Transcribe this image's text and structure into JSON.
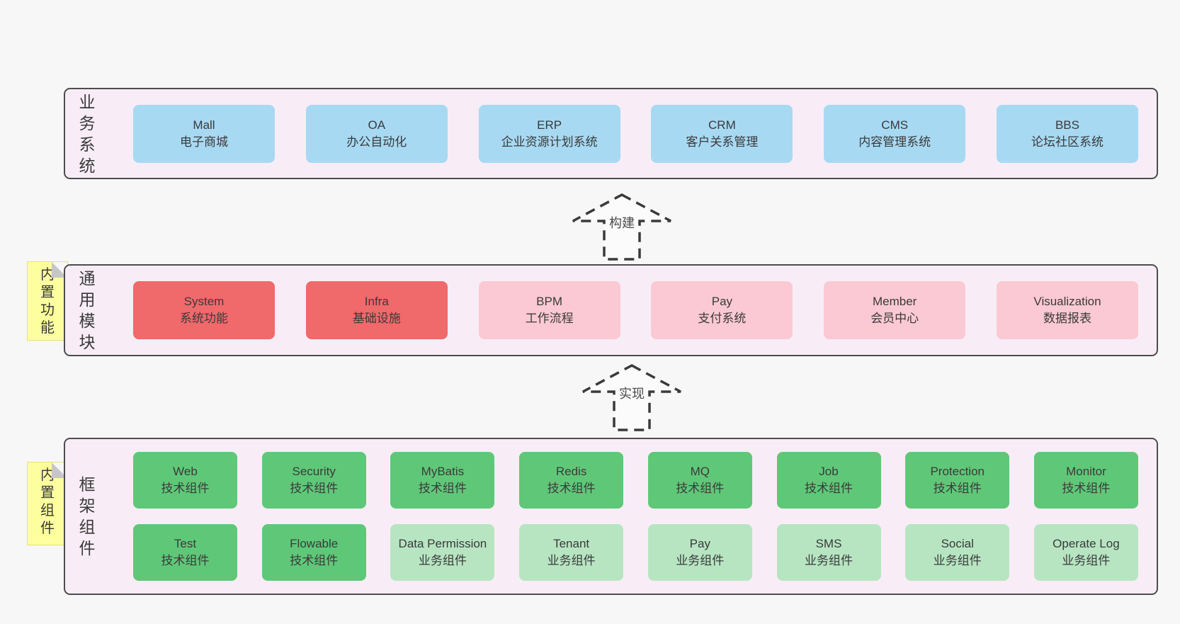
{
  "diagram": {
    "layers": {
      "business": {
        "label": "业务系统",
        "boxes": [
          {
            "name": "Mall",
            "desc": "电子商城"
          },
          {
            "name": "OA",
            "desc": "办公自动化"
          },
          {
            "name": "ERP",
            "desc": "企业资源计划系统"
          },
          {
            "name": "CRM",
            "desc": "客户关系管理"
          },
          {
            "name": "CMS",
            "desc": "内容管理系统"
          },
          {
            "name": "BBS",
            "desc": "论坛社区系统"
          }
        ]
      },
      "modules": {
        "label": "通用模块",
        "sticky": "内置功能",
        "boxes": [
          {
            "name": "System",
            "desc": "系统功能"
          },
          {
            "name": "Infra",
            "desc": "基础设施"
          },
          {
            "name": "BPM",
            "desc": "工作流程"
          },
          {
            "name": "Pay",
            "desc": "支付系统"
          },
          {
            "name": "Member",
            "desc": "会员中心"
          },
          {
            "name": "Visualization",
            "desc": "数据报表"
          }
        ]
      },
      "components": {
        "label": "框架组件",
        "sticky": "内置组件",
        "row1": [
          {
            "name": "Web",
            "desc": "技术组件"
          },
          {
            "name": "Security",
            "desc": "技术组件"
          },
          {
            "name": "MyBatis",
            "desc": "技术组件"
          },
          {
            "name": "Redis",
            "desc": "技术组件"
          },
          {
            "name": "MQ",
            "desc": "技术组件"
          },
          {
            "name": "Job",
            "desc": "技术组件"
          },
          {
            "name": "Protection",
            "desc": "技术组件"
          },
          {
            "name": "Monitor",
            "desc": "技术组件"
          }
        ],
        "row2": [
          {
            "name": "Test",
            "desc": "技术组件"
          },
          {
            "name": "Flowable",
            "desc": "技术组件"
          },
          {
            "name": "Data Permission",
            "desc": "业务组件"
          },
          {
            "name": "Tenant",
            "desc": "业务组件"
          },
          {
            "name": "Pay",
            "desc": "业务组件"
          },
          {
            "name": "SMS",
            "desc": "业务组件"
          },
          {
            "name": "Social",
            "desc": "业务组件"
          },
          {
            "name": "Operate Log",
            "desc": "业务组件"
          }
        ]
      }
    },
    "arrows": {
      "build": "构建",
      "implement": "实现"
    },
    "colors": {
      "page_bg": "#f7f7f7",
      "container_bg": "#f8edf6",
      "container_border": "#4d4d4d",
      "business_box": "#a7d9f3",
      "core_module_box": "#f0696b",
      "module_box": "#fbc9d3",
      "tech_component_box": "#5fc878",
      "biz_component_box": "#b7e5c2",
      "sticky_bg": "#fdff9e"
    }
  }
}
